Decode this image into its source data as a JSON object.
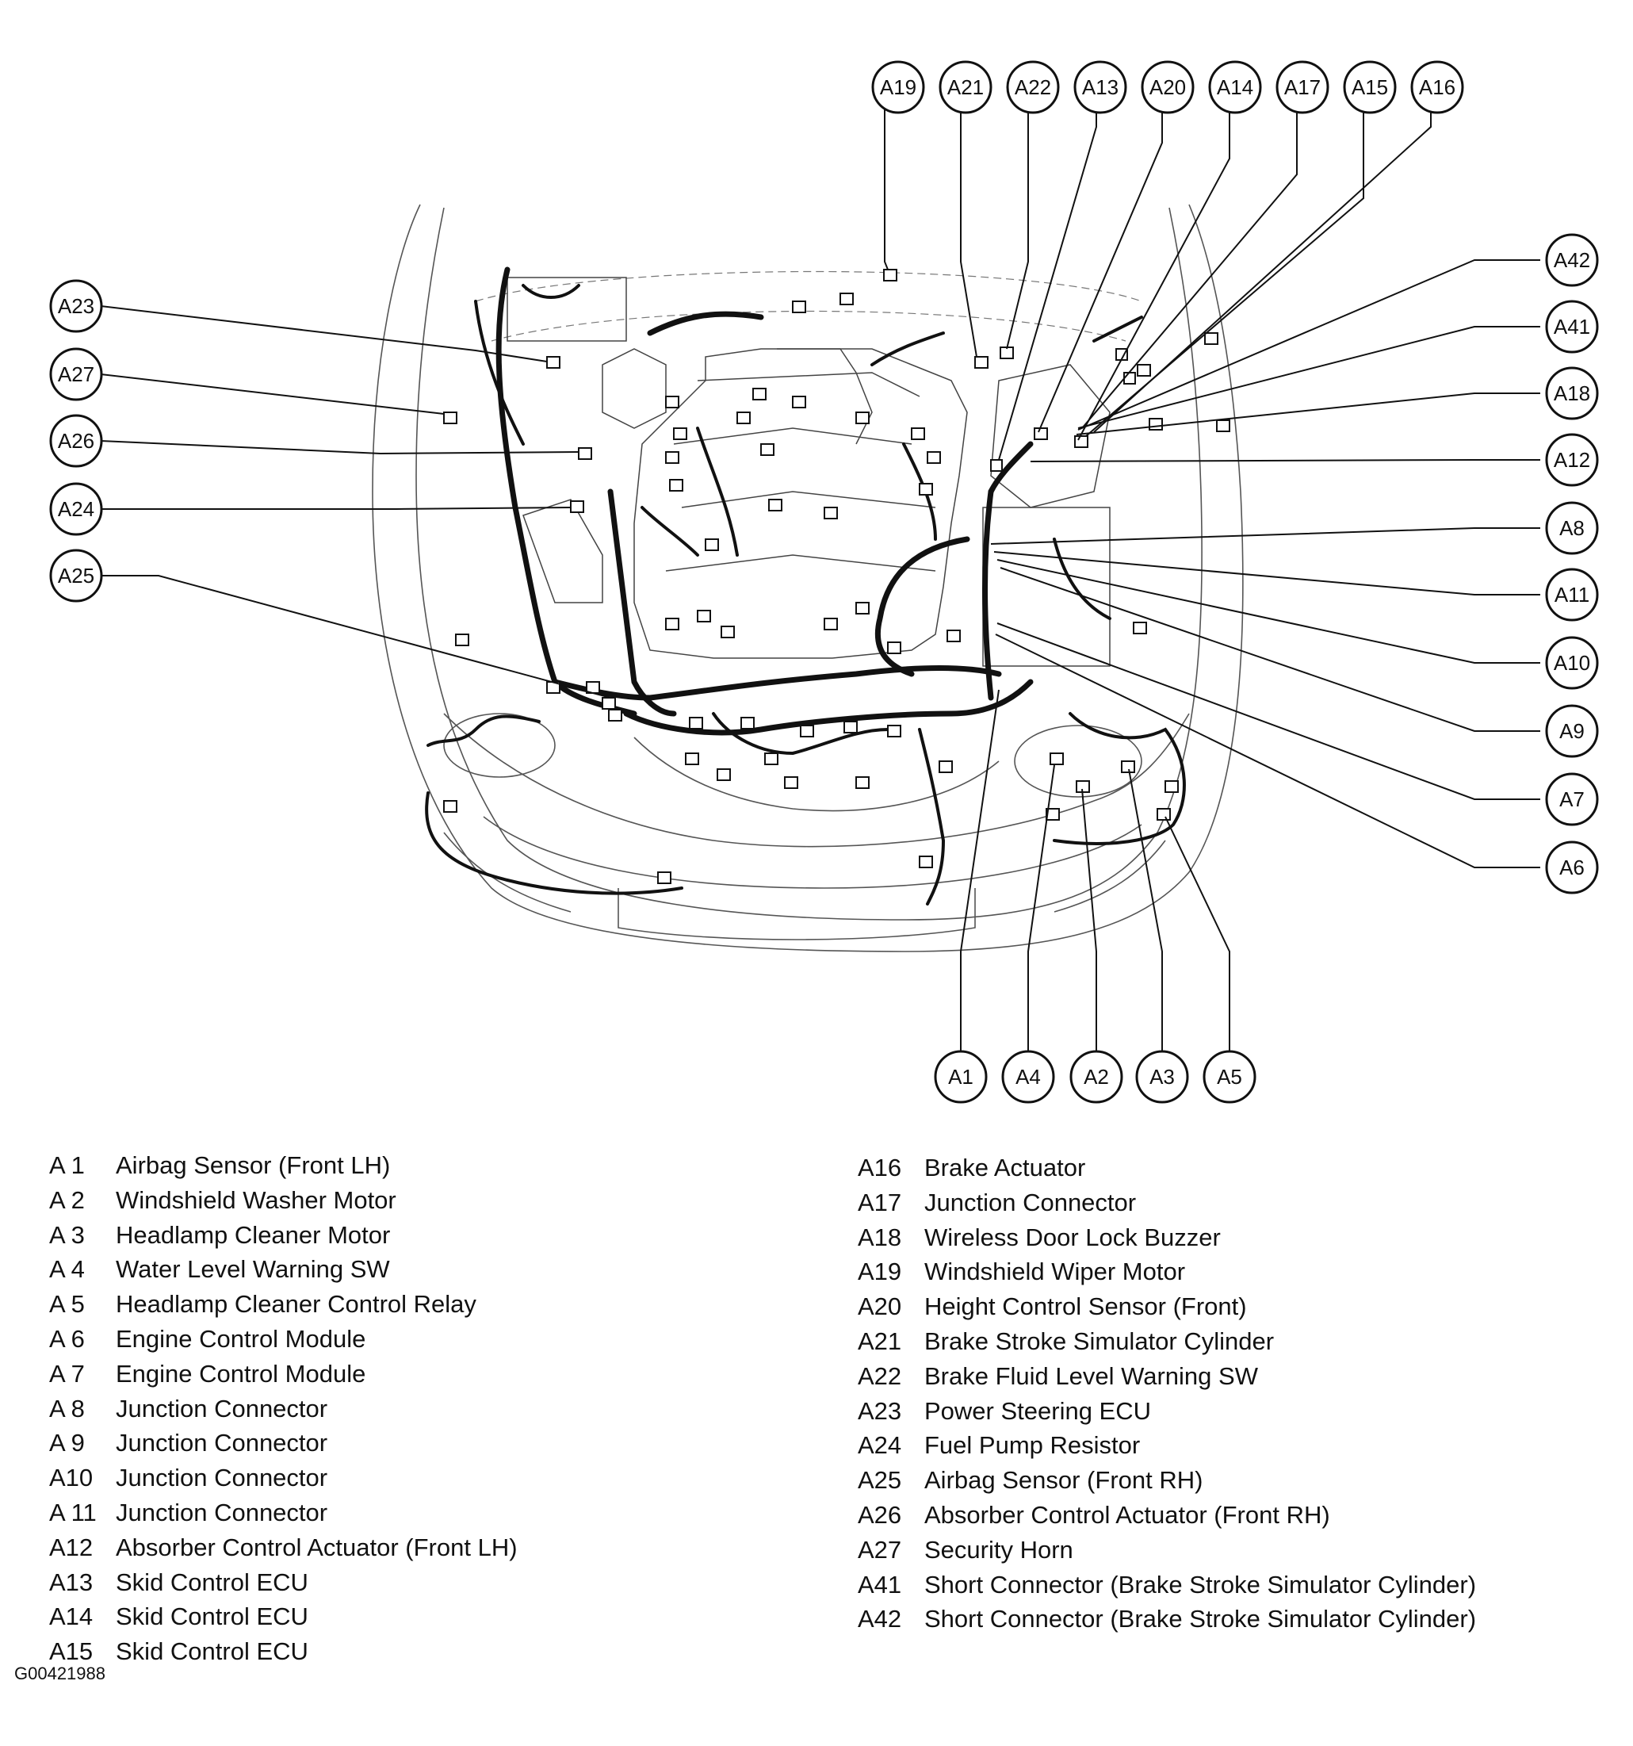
{
  "callouts": {
    "A19": "A19",
    "A21": "A21",
    "A22": "A22",
    "A13": "A13",
    "A20": "A20",
    "A14": "A14",
    "A17": "A17",
    "A15": "A15",
    "A16": "A16",
    "A23": "A23",
    "A27": "A27",
    "A26": "A26",
    "A24": "A24",
    "A25": "A25",
    "A42": "A42",
    "A41": "A41",
    "A18": "A18",
    "A12": "A12",
    "A8": "A8",
    "A11": "A11",
    "A10": "A10",
    "A9": "A9",
    "A7": "A7",
    "A6": "A6",
    "A1": "A1",
    "A4": "A4",
    "A2": "A2",
    "A3": "A3",
    "A5": "A5"
  },
  "legend_left": [
    {
      "code": "A  1",
      "name": "Airbag Sensor (Front LH)"
    },
    {
      "code": "A  2",
      "name": "Windshield Washer Motor"
    },
    {
      "code": "A  3",
      "name": "Headlamp Cleaner Motor"
    },
    {
      "code": "A  4",
      "name": "Water Level Warning SW"
    },
    {
      "code": "A  5",
      "name": "Headlamp Cleaner Control Relay"
    },
    {
      "code": "A  6",
      "name": "Engine Control Module"
    },
    {
      "code": "A  7",
      "name": "Engine Control Module"
    },
    {
      "code": "A  8",
      "name": "Junction Connector"
    },
    {
      "code": "A  9",
      "name": "Junction Connector"
    },
    {
      "code": "A10",
      "name": "Junction Connector"
    },
    {
      "code": "A 11",
      "name": "Junction Connector"
    },
    {
      "code": "A12",
      "name": "Absorber Control Actuator (Front LH)"
    },
    {
      "code": "A13",
      "name": "Skid Control ECU"
    },
    {
      "code": "A14",
      "name": "Skid Control ECU"
    },
    {
      "code": "A15",
      "name": "Skid Control ECU"
    }
  ],
  "legend_right": [
    {
      "code": "A16",
      "name": "Brake Actuator"
    },
    {
      "code": "A17",
      "name": "Junction Connector"
    },
    {
      "code": "A18",
      "name": "Wireless Door Lock Buzzer"
    },
    {
      "code": "A19",
      "name": "Windshield Wiper Motor"
    },
    {
      "code": "A20",
      "name": "Height Control Sensor (Front)"
    },
    {
      "code": "A21",
      "name": "Brake Stroke Simulator Cylinder"
    },
    {
      "code": "A22",
      "name": "Brake Fluid Level Warning SW"
    },
    {
      "code": "A23",
      "name": "Power Steering ECU"
    },
    {
      "code": "A24",
      "name": "Fuel Pump Resistor"
    },
    {
      "code": "A25",
      "name": "Airbag Sensor (Front RH)"
    },
    {
      "code": "A26",
      "name": "Absorber Control Actuator (Front RH)"
    },
    {
      "code": "A27",
      "name": "Security Horn"
    },
    {
      "code": "A41",
      "name": "Short Connector (Brake Stroke Simulator Cylinder)"
    },
    {
      "code": "A42",
      "name": "Short Connector (Brake Stroke Simulator Cylinder)"
    }
  ],
  "figure_id": "G00421988"
}
